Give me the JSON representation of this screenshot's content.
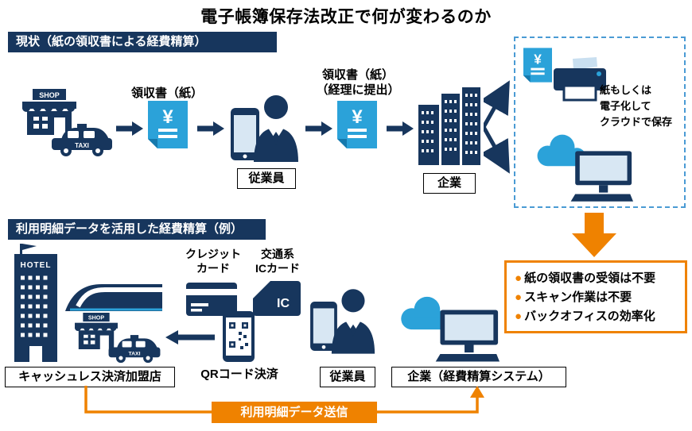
{
  "title": "電子帳簿保存法改正で何が変わるのか",
  "colors": {
    "navy": "#17365d",
    "light_blue": "#2ba2d9",
    "orange": "#ef8200"
  },
  "section1": {
    "header": "現状（紙の領収書による経費精算）",
    "receipt1_label": "領収書（紙）",
    "receipt2_label": "領収書（紙）\n（経理に提出）",
    "employee_label": "従業員",
    "company_label": "企業",
    "storage_note": "紙もしくは\n電子化して\nクラウドで保存"
  },
  "highlight": {
    "bullet": "●",
    "items": [
      "紙の領収書の受領は不要",
      "スキャン作業は不要",
      "バックオフィスの効率化"
    ]
  },
  "section2": {
    "header": "利用明細データを活用した経費精算（例）",
    "credit_card_label": "クレジット\nカード",
    "ic_card_label": "交通系\nICカード",
    "qr_label": "QRコード決済",
    "merchant_label": "キャッシュレス決済加盟店",
    "employee_label": "従業員",
    "company_label": "企業（経費精算システム）",
    "send_label": "利用明細データ送信"
  },
  "icon_texts": {
    "shop": "SHOP",
    "taxi": "TAXI",
    "hotel": "HOTEL",
    "yen": "¥",
    "ic": "IC"
  }
}
